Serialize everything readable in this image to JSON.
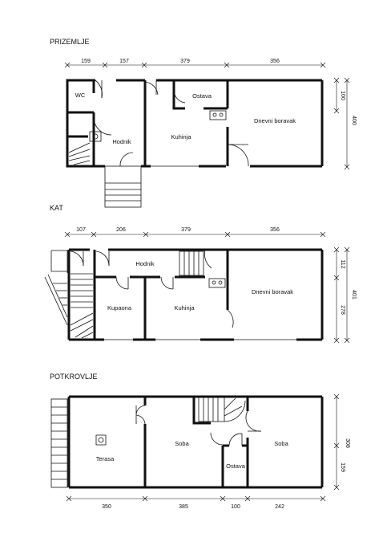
{
  "floors": {
    "ground": {
      "title": "PRIZEMLJE",
      "dims_top": [
        "159",
        "157",
        "379",
        "356"
      ],
      "dims_right": [
        "100",
        "400"
      ],
      "rooms": {
        "wc": "WC",
        "hallway": "Hodnik",
        "kitchen": "Kuhinja",
        "pantry": "Ostava",
        "living": "Dnevni boravak"
      }
    },
    "first": {
      "title": "KAT",
      "dims_top": [
        "107",
        "206",
        "379",
        "356"
      ],
      "dims_right": [
        "112",
        "401",
        "278"
      ],
      "rooms": {
        "hallway": "Hodnik",
        "bathroom": "Kupaona",
        "kitchen": "Kuhinja",
        "living": "Dnevni boravak"
      }
    },
    "attic": {
      "title": "POTKROVLJE",
      "dims_bottom": [
        "350",
        "385",
        "100",
        "242"
      ],
      "dims_right": [
        "308",
        "159"
      ],
      "rooms": {
        "terrace": "Terasa",
        "room_left": "Soba",
        "pantry": "Ostava",
        "room_right": "Soba"
      }
    }
  }
}
